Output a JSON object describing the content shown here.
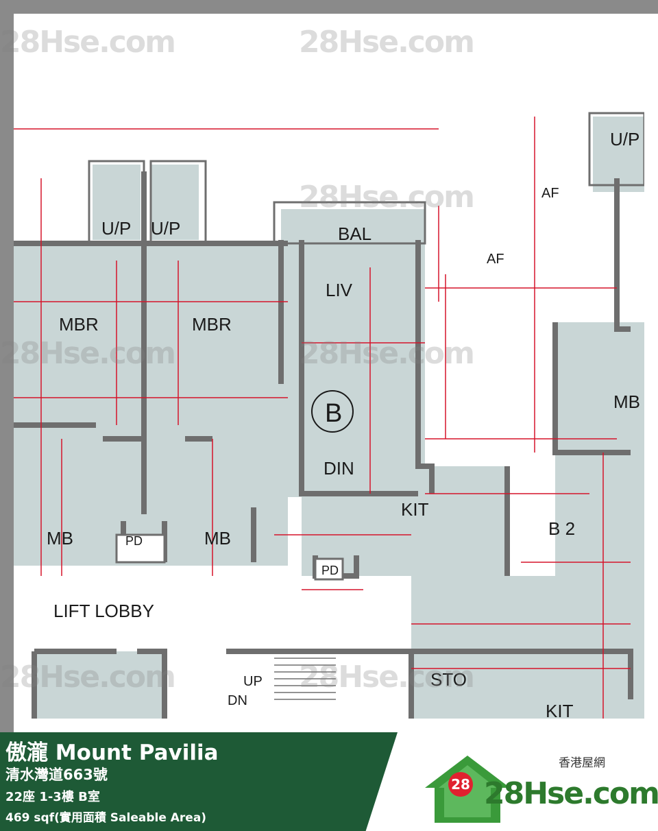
{
  "footer": {
    "title": "傲瀧 Mount Pavilia",
    "address": "清水灣道663號",
    "unit": "22座 1-3樓 B室",
    "area": "469 sqf(實用面積 Saleable Area)"
  },
  "logo": {
    "subtitle": "香港屋網",
    "brand": "28Hse.com",
    "badge": "28",
    "icon": "house-logo-icon"
  },
  "watermark": "28Hse.com",
  "plan": {
    "unit_label": "B",
    "rooms": {
      "bal": "BAL",
      "liv": "LIV",
      "din": "DIN",
      "kit": "KIT",
      "mbr_left": "MBR",
      "mbr_right": "MBR",
      "mb_left": "MB",
      "mb_right": "MB",
      "mb_far": "MB",
      "up_left": "U/P",
      "up_right": "U/P",
      "up_far": "U/P",
      "pd_left": "PD",
      "pd_right": "PD",
      "b2": "B 2",
      "sto": "STO",
      "kit2": "KIT",
      "lift_lobby": "LIFT  LOBBY",
      "up": "UP",
      "dn": "DN",
      "af1": "AF",
      "af2": "AF"
    },
    "colors": {
      "room_fill": "#c9d6d6",
      "wall": "#6e6e6e",
      "dimension": "#d6142a",
      "footer_green": "#1e5a36"
    }
  }
}
